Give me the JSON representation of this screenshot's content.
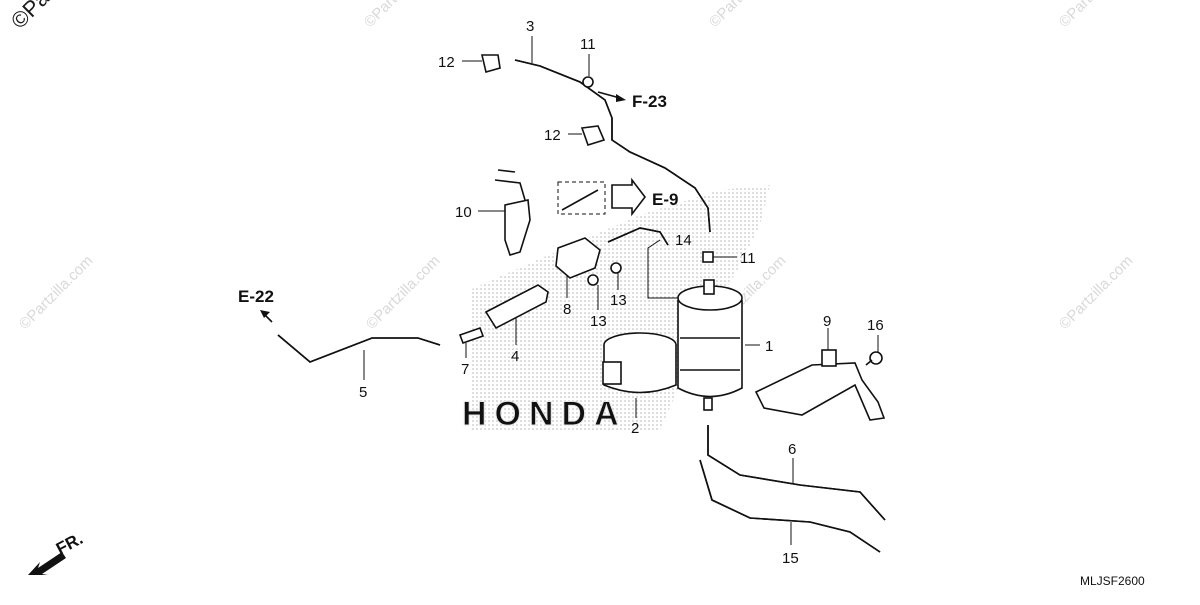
{
  "diagram": {
    "watermark_text": "©Partzilla.com",
    "corner_watermark_text": "©Pa",
    "brand_logo_text": "HONDA",
    "drawing_code": "MLJSF2600",
    "front_indicator": "FR.",
    "callouts": [
      {
        "id": "c3",
        "label": "3"
      },
      {
        "id": "c11a",
        "label": "11"
      },
      {
        "id": "c12a",
        "label": "12"
      },
      {
        "id": "c12b",
        "label": "12"
      },
      {
        "id": "c10",
        "label": "10"
      },
      {
        "id": "c14",
        "label": "14"
      },
      {
        "id": "c11b",
        "label": "11"
      },
      {
        "id": "c8",
        "label": "8"
      },
      {
        "id": "c13a",
        "label": "13"
      },
      {
        "id": "c13b",
        "label": "13"
      },
      {
        "id": "c4",
        "label": "4"
      },
      {
        "id": "c7",
        "label": "7"
      },
      {
        "id": "c5",
        "label": "5"
      },
      {
        "id": "c2",
        "label": "2"
      },
      {
        "id": "c1",
        "label": "1"
      },
      {
        "id": "c9",
        "label": "9"
      },
      {
        "id": "c16",
        "label": "16"
      },
      {
        "id": "c6",
        "label": "6"
      },
      {
        "id": "c15",
        "label": "15"
      }
    ],
    "references": [
      {
        "id": "f23",
        "label": "F-23"
      },
      {
        "id": "e9",
        "label": "E-9"
      },
      {
        "id": "e22",
        "label": "E-22"
      }
    ]
  }
}
